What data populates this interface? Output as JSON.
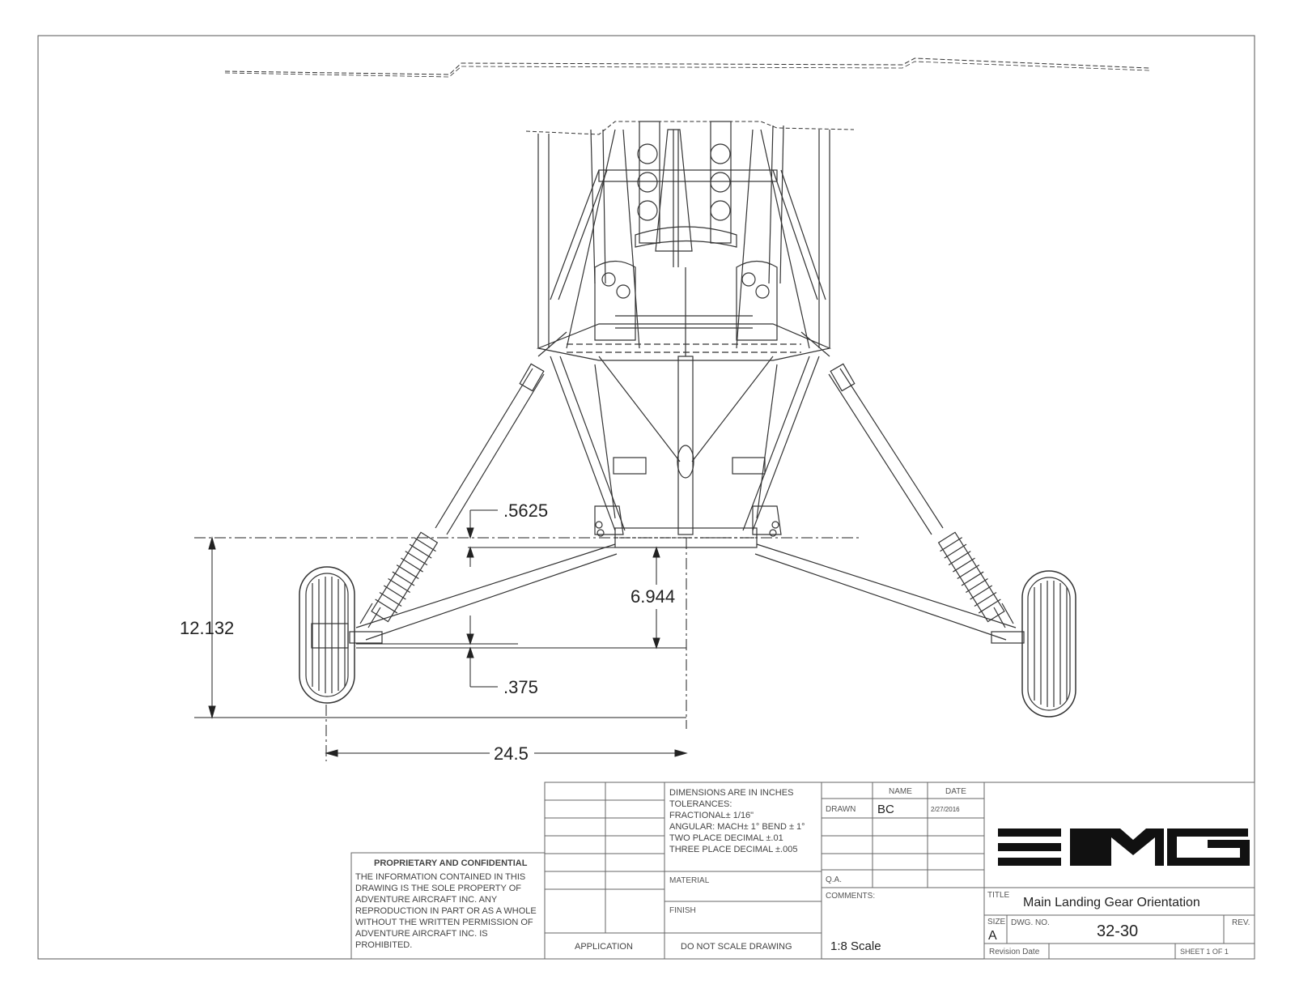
{
  "dimensions": {
    "d1": ".5625",
    "d2": "6.944",
    "d3": "12.132",
    "d4": ".375",
    "d5": "24.5"
  },
  "proprietary": {
    "heading": "PROPRIETARY AND CONFIDENTIAL",
    "lines": [
      "THE INFORMATION CONTAINED IN THIS",
      "DRAWING IS THE SOLE PROPERTY OF",
      "ADVENTURE AIRCRAFT INC.  ANY",
      "REPRODUCTION IN PART OR AS A WHOLE",
      "WITHOUT THE WRITTEN PERMISSION OF",
      "ADVENTURE AIRCRAFT INC. IS",
      "PROHIBITED."
    ]
  },
  "notes": {
    "lines": [
      "DIMENSIONS ARE IN INCHES",
      "TOLERANCES:",
      "FRACTIONAL± 1/16\"",
      "ANGULAR: MACH± 1° BEND ± 1°",
      "TWO PLACE DECIMAL    ±.01",
      "THREE PLACE DECIMAL  ±.005"
    ],
    "material": "MATERIAL",
    "finish": "FINISH",
    "application": "APPLICATION",
    "do_not_scale": "DO NOT SCALE DRAWING"
  },
  "signoff": {
    "name_header": "NAME",
    "date_header": "DATE",
    "drawn_label": "DRAWN",
    "drawn_name": "BC",
    "drawn_date": "2/27/2016",
    "qa_label": "Q.A.",
    "comments_label": "COMMENTS:",
    "scale": "1:8 Scale"
  },
  "title_block": {
    "logo": "EMG",
    "title_label": "TITLE",
    "title": "Main Landing Gear Orientation",
    "size_label": "SIZE",
    "size": "A",
    "dwg_label": "DWG.  NO.",
    "dwg_no": "32-30",
    "rev_label": "REV.",
    "revision_date_label": "Revision Date",
    "sheet": "SHEET 1 OF 1"
  }
}
